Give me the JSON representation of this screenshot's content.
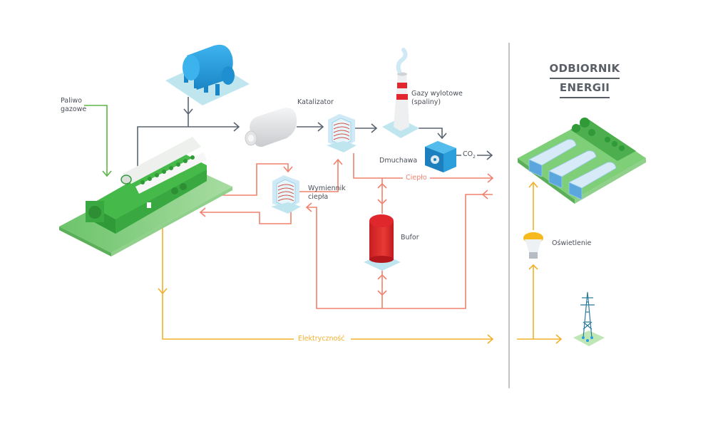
{
  "title": {
    "line1": "ODBIORNIK",
    "line2": "ENERGII"
  },
  "labels": {
    "fuel": [
      "Paliwo",
      "gazowe"
    ],
    "catalyst": "Katalizator",
    "exhaust": [
      "Gazy wylotowe",
      "(spaliny)"
    ],
    "blower": "Dmuchawa",
    "co2": "CO",
    "co2_sub": "2",
    "heat_exchanger": [
      "Wymiennik",
      "ciepła"
    ],
    "heat": "Ciepło",
    "buffer": "Bufor",
    "electricity": "Elektryczność",
    "lighting": "Oświetlenie"
  },
  "colors": {
    "gas_line": "#5bb548",
    "exhaust_line": "#5a6470",
    "heat_line": "#f0826e",
    "electricity_line": "#f2b02a",
    "divider": "#9a9ea4",
    "engine_green": "#4cc24e",
    "tank_blue": "#2a9fdc",
    "buffer_red": "#e0272b",
    "platform_blue": "#bfe6ef",
    "platform_green": "#7fcf78"
  },
  "components": [
    "gas-engine",
    "fuel-tank",
    "catalyst",
    "exhaust-heat-exchanger",
    "chimney",
    "blower",
    "heat-exchanger",
    "buffer-tank",
    "greenhouses",
    "lamp",
    "power-pylon"
  ]
}
